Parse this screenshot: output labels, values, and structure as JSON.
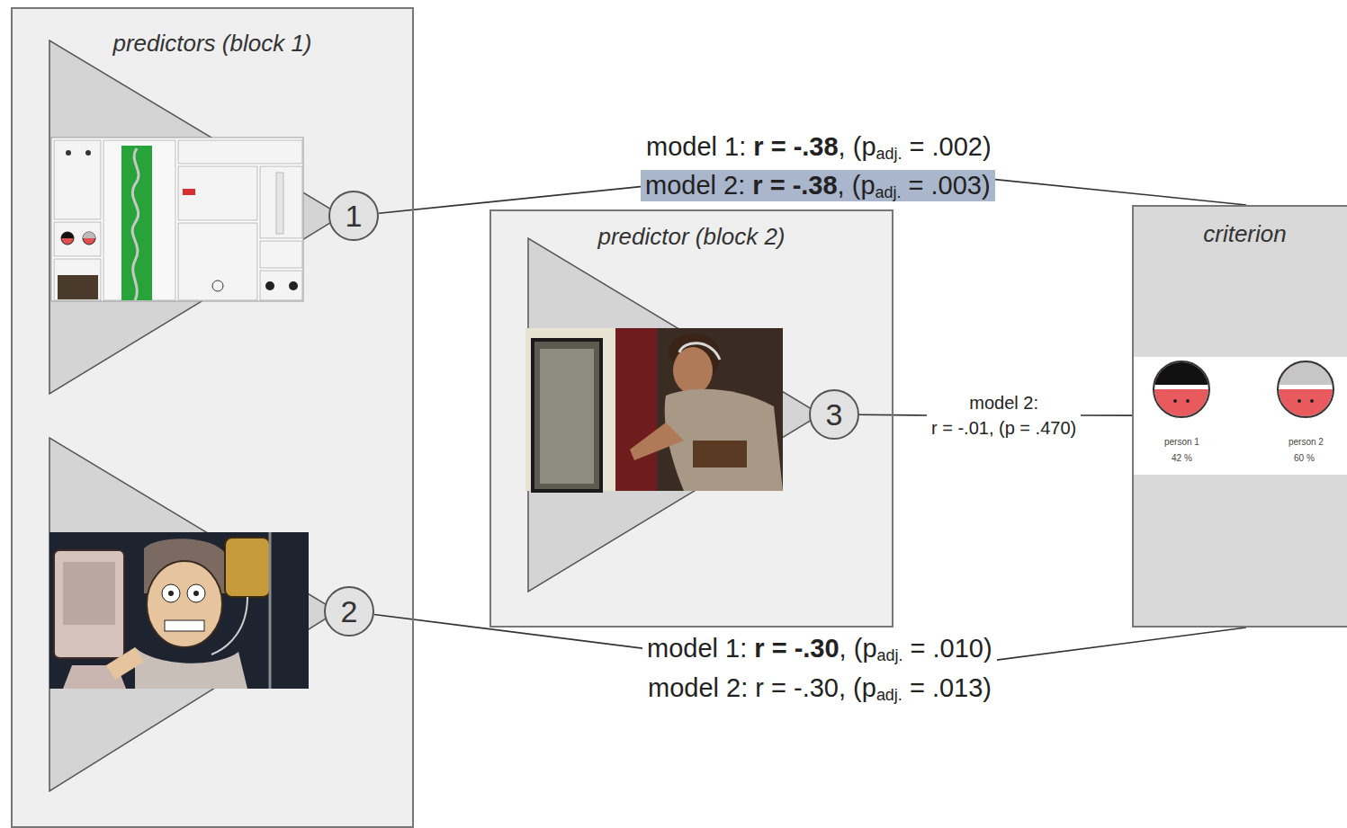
{
  "diagram": {
    "nodes": [
      {
        "text": [
          "predictors (block 1)"
        ]
      },
      {
        "text": [
          "1"
        ],
        "in": 0
      },
      {
        "text": [
          "2"
        ],
        "in": 0
      },
      {
        "text": [
          "predictor (block 2)"
        ]
      },
      {
        "text": [
          "3"
        ],
        "in": 3
      },
      {
        "text": [
          "criterion"
        ]
      }
    ],
    "edges": [
      {
        "from": 1,
        "to": 5,
        "arrow": "none",
        "label": "model 2: r = -.38, (padj. = .003)"
      },
      {
        "from": 2,
        "to": 5,
        "arrow": "none",
        "label": "model 1: r = -.30, (padj. = .010)"
      },
      {
        "from": 4,
        "to": 5,
        "arrow": "none",
        "label": "model 2: r = -.01, (p = .470)"
      }
    ],
    "labels": [
      "model 1: r = -.38, (padj. = .002)",
      "model 2: r = -.30, (padj. = .013)",
      "person 1",
      "42 %",
      "person 2",
      "60 %"
    ]
  }
}
